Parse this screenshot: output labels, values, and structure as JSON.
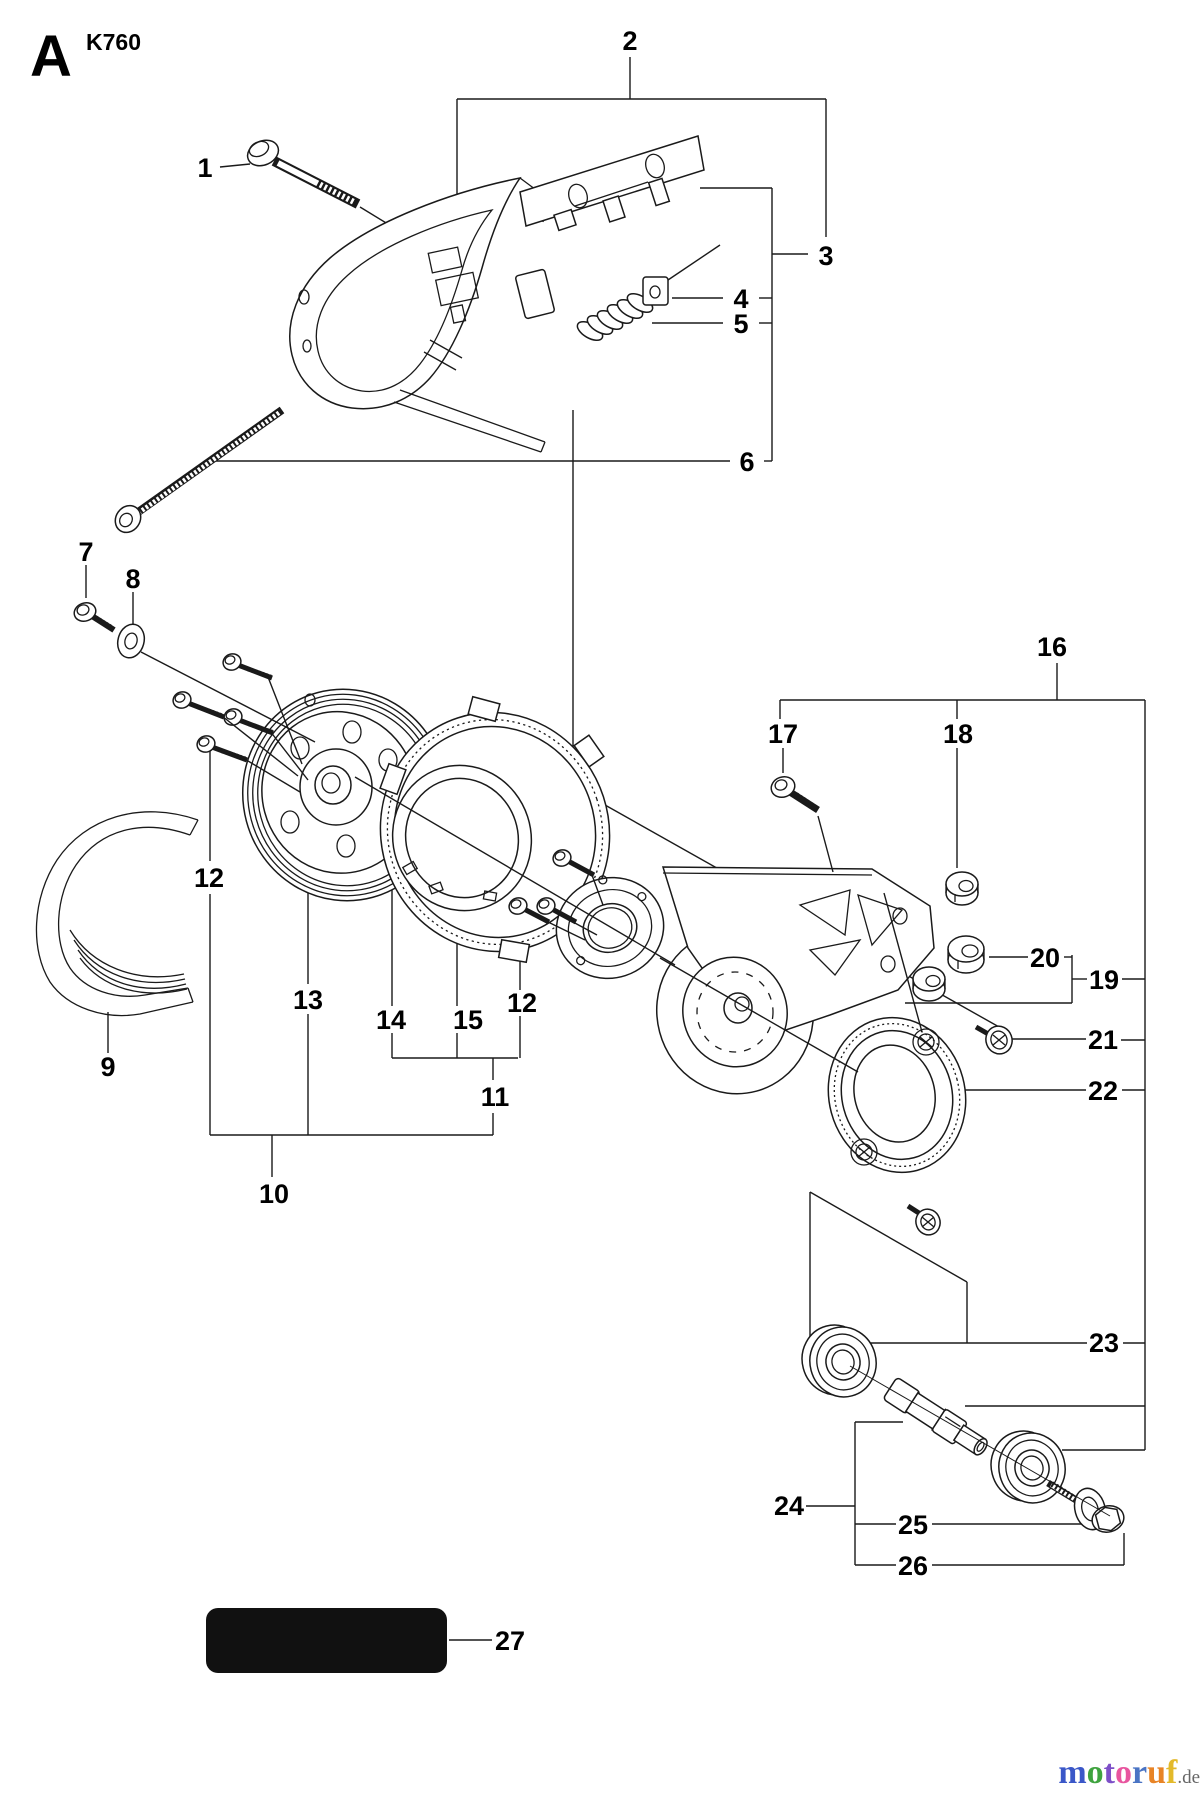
{
  "page": {
    "section_letter": "A",
    "model": "K760"
  },
  "callouts": [
    {
      "label": "1"
    },
    {
      "label": "2"
    },
    {
      "label": "3"
    },
    {
      "label": "4"
    },
    {
      "label": "5"
    },
    {
      "label": "6"
    },
    {
      "label": "7"
    },
    {
      "label": "8"
    },
    {
      "label": "9"
    },
    {
      "label": "10"
    },
    {
      "label": "11"
    },
    {
      "label": "12"
    },
    {
      "label": "13"
    },
    {
      "label": "14"
    },
    {
      "label": "15"
    },
    {
      "label": "12"
    },
    {
      "label": "16"
    },
    {
      "label": "17"
    },
    {
      "label": "18"
    },
    {
      "label": "19"
    },
    {
      "label": "20"
    },
    {
      "label": "21"
    },
    {
      "label": "22"
    },
    {
      "label": "23"
    },
    {
      "label": "24"
    },
    {
      "label": "25"
    },
    {
      "label": "26"
    },
    {
      "label": "27"
    }
  ],
  "logo": {
    "letters": [
      {
        "char": "m",
        "color": "#3a57c8"
      },
      {
        "char": "o",
        "color": "#3fa33f"
      },
      {
        "char": "t",
        "color": "#7d4fc8"
      },
      {
        "char": "o",
        "color": "#e8559f"
      },
      {
        "char": "r",
        "color": "#4a74c4"
      },
      {
        "char": "u",
        "color": "#e88426"
      },
      {
        "char": "f",
        "color": "#e3b92a"
      }
    ],
    "suffix": ".de",
    "suffix_color": "#666666"
  },
  "diagram": {
    "line_color": "#1a1a1a",
    "label_27_fill": "#111111"
  }
}
